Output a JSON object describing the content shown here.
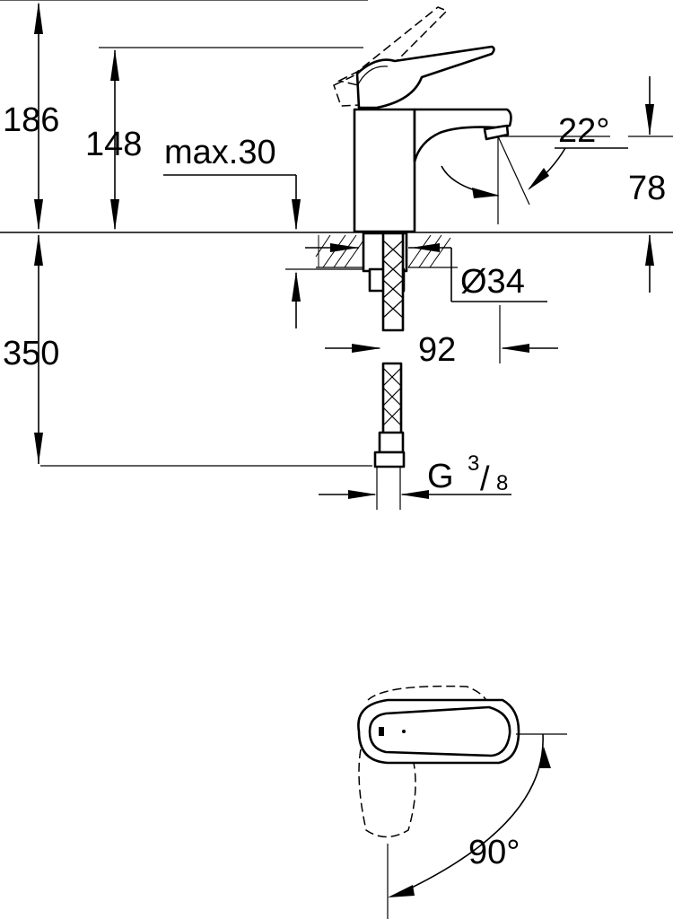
{
  "dimensions": {
    "height_total": "186",
    "height_spout": "148",
    "max_thickness": "max.30",
    "spout_angle": "22°",
    "spout_height": "78",
    "hole_diameter": "Ø34",
    "below_depth": "350",
    "projection": "92",
    "connection_main": "G",
    "connection_num": "3",
    "connection_slash": "/",
    "connection_den": "8",
    "lever_rotation": "90°"
  }
}
